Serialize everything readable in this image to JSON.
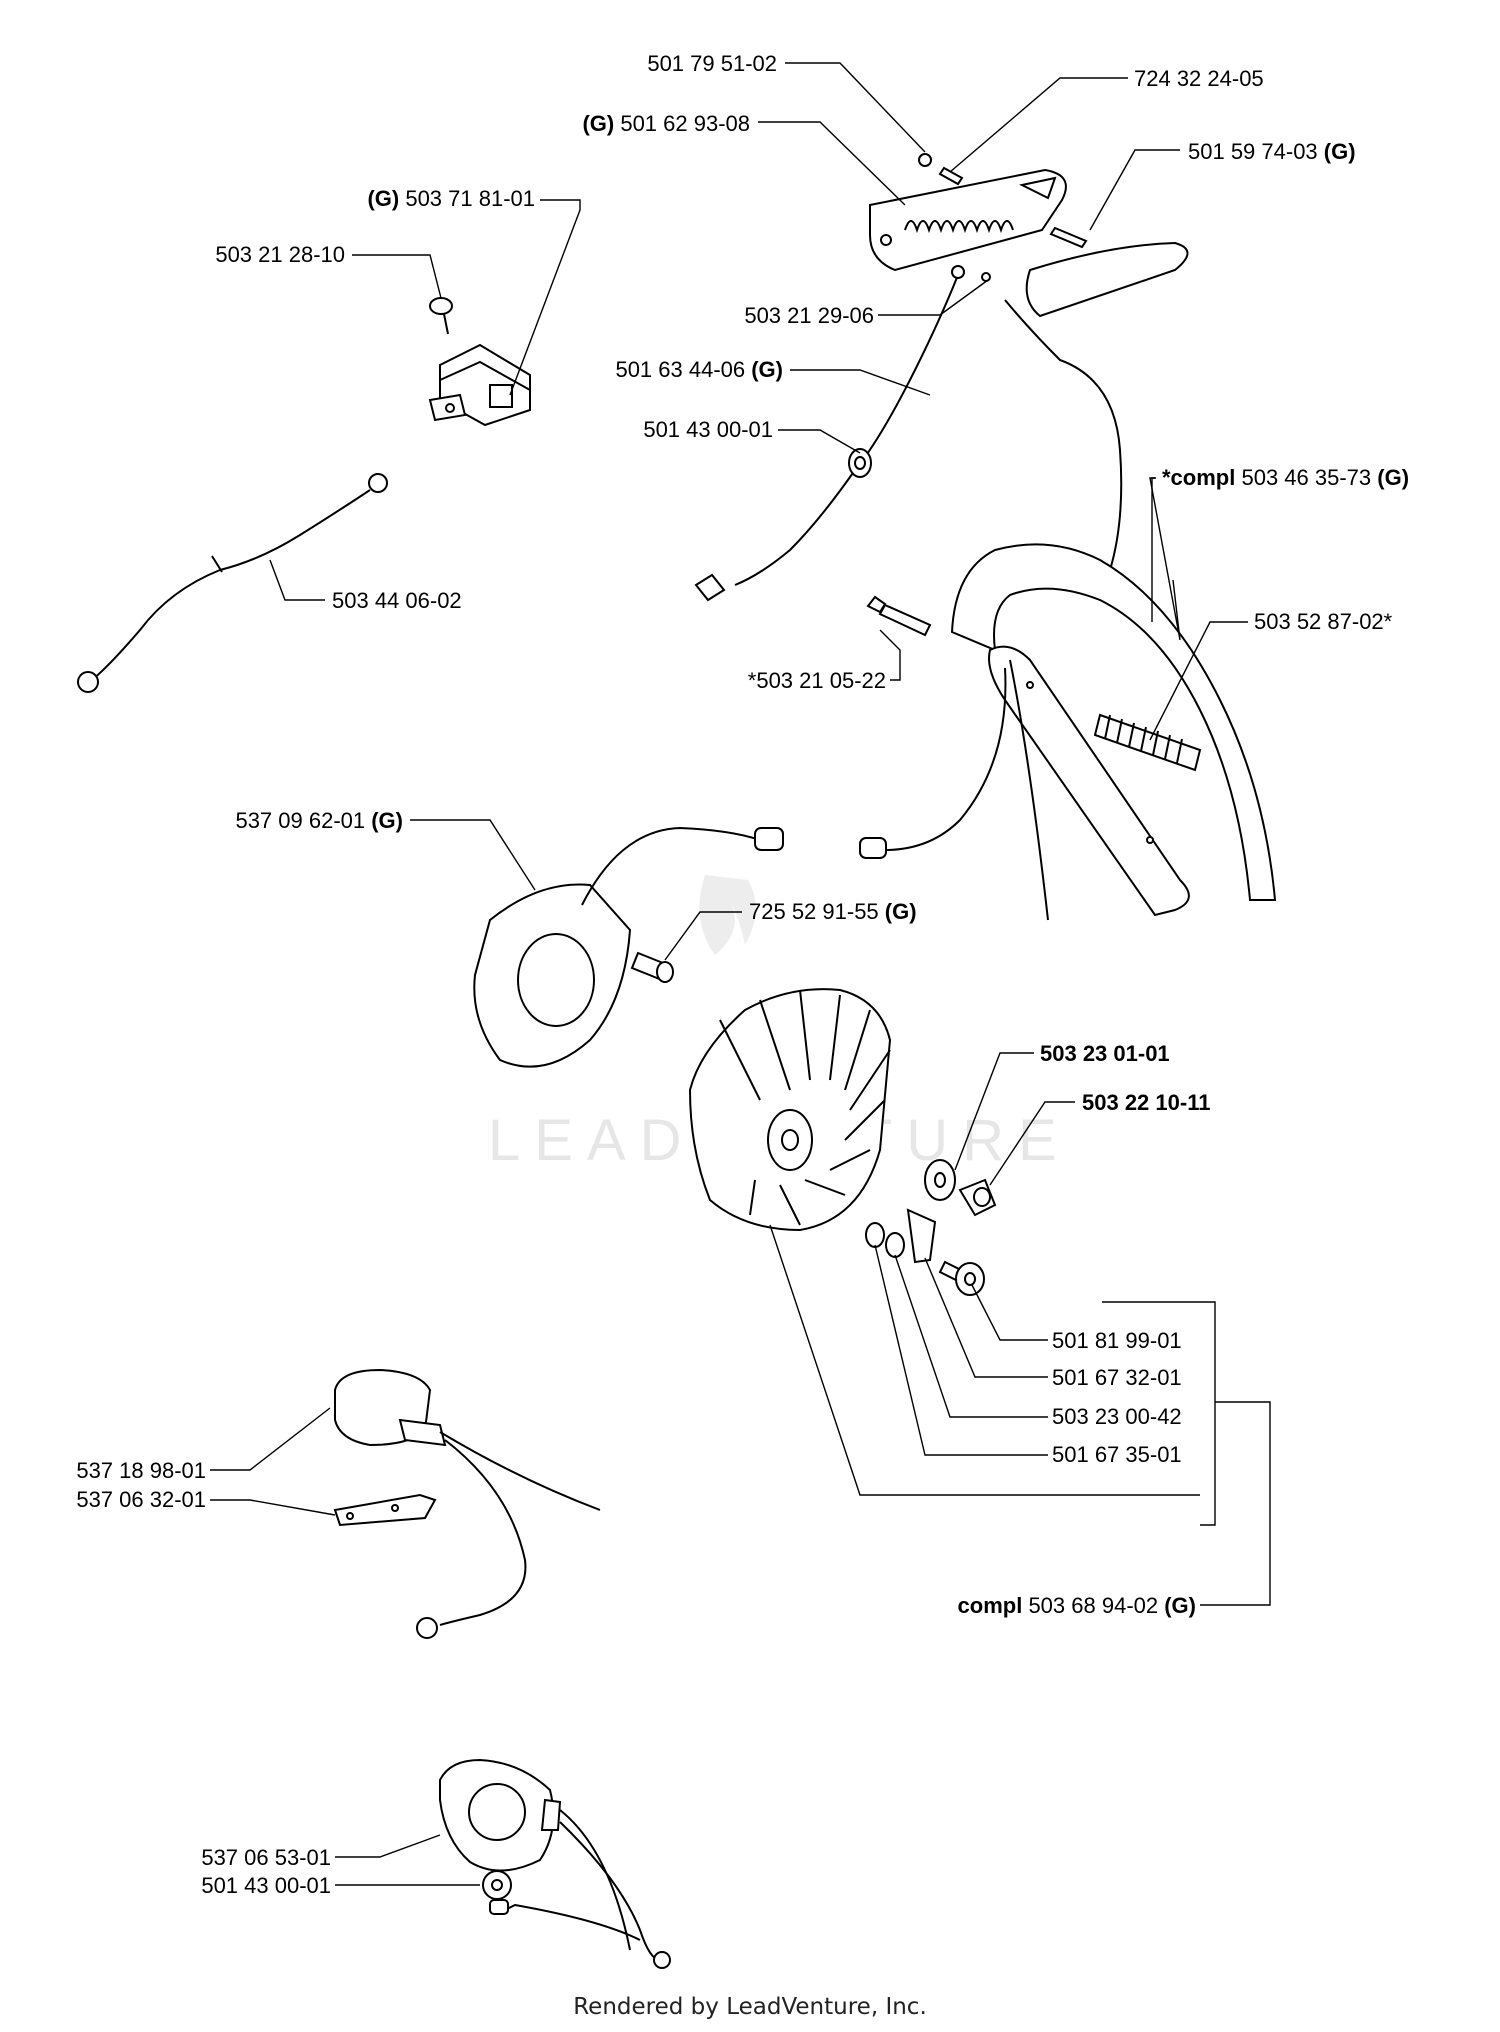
{
  "labels": {
    "l1": {
      "text": "501 79 51-02"
    },
    "l2": {
      "text": "724 32 24-05"
    },
    "l3": {
      "prefix": "(G)",
      "text": " 501 62 93-08"
    },
    "l4": {
      "text": "501 59 74-03 ",
      "suffix": "(G)"
    },
    "l5": {
      "prefix": "(G)",
      "text": " 503 71 81-01"
    },
    "l6": {
      "text": "503 21 28-10"
    },
    "l7": {
      "text": "503 21 29-06"
    },
    "l8": {
      "text": "501 63 44-06 ",
      "suffix": "(G)"
    },
    "l9": {
      "text": "501 43 00-01"
    },
    "l10": {
      "prefix": "*compl",
      "text": " 503 46 35-73 ",
      "suffix": "(G)"
    },
    "l11": {
      "text": "503 44 06-02"
    },
    "l12": {
      "text": "503 52 87-02*"
    },
    "l13": {
      "text": "*503 21 05-22"
    },
    "l14": {
      "text": "537 09 62-01 ",
      "suffix": "(G)"
    },
    "l15": {
      "text": "725 52 91-55 ",
      "suffix": "(G)"
    },
    "l16": {
      "text": "503 23 01-01"
    },
    "l17": {
      "text": "503 22 10-11"
    },
    "l18": {
      "text": "501 81 99-01"
    },
    "l19": {
      "text": "501 67 32-01"
    },
    "l20": {
      "text": "503 23 00-42"
    },
    "l21": {
      "text": "501 67 35-01"
    },
    "l22": {
      "prefix": "compl",
      "text": " 503 68 94-02 ",
      "suffix": "(G)"
    },
    "l23": {
      "text": "537 18 98-01"
    },
    "l24": {
      "text": "537 06 32-01"
    },
    "l25": {
      "text": "537 06 53-01"
    },
    "l26": {
      "text": "501 43 00-01"
    }
  },
  "watermark": "LEADVENTURE",
  "footer": "Rendered by LeadVenture, Inc."
}
